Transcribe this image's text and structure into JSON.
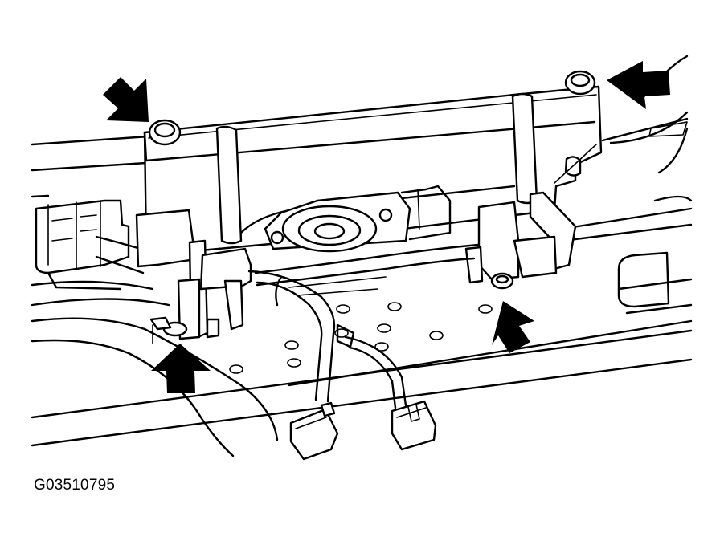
{
  "figure_id": "G03510795",
  "colors": {
    "line": "#000000",
    "background": "#ffffff",
    "arrow": "#000000"
  },
  "arrows": [
    {
      "name": "arrow-top-left-icon",
      "points_to": "upper-left-clip"
    },
    {
      "name": "arrow-top-right-icon",
      "points_to": "upper-right-clip"
    },
    {
      "name": "arrow-bottom-left-icon",
      "points_to": "lower-left-clip"
    },
    {
      "name": "arrow-bottom-right-icon",
      "points_to": "lower-right-clip"
    }
  ]
}
